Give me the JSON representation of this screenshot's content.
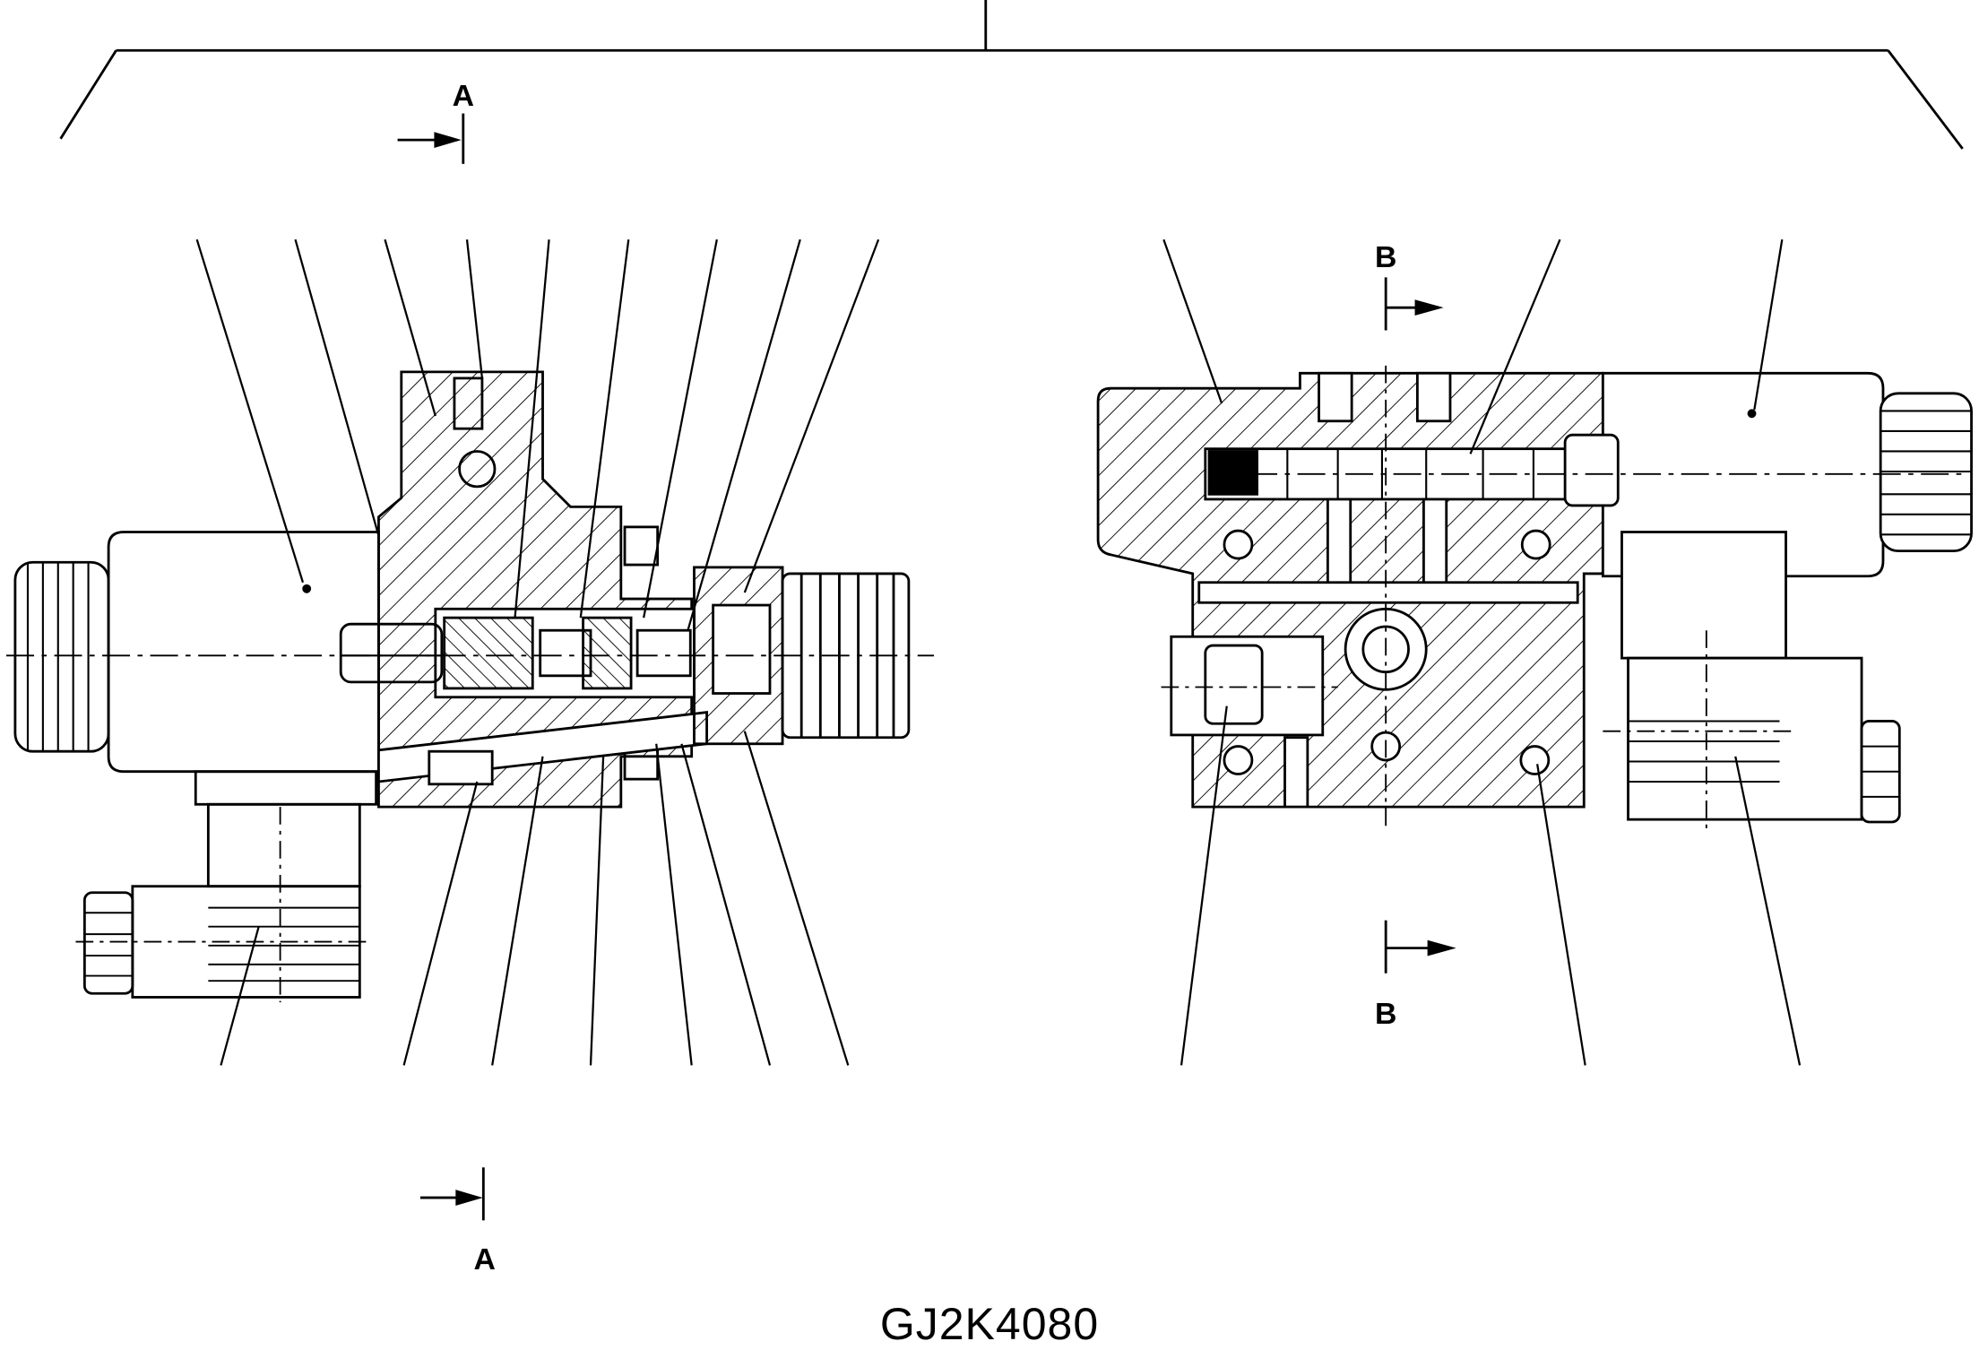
{
  "drawing": {
    "code": "GJ2K4080",
    "section_marks": {
      "a_top": "A",
      "a_bottom": "A",
      "b_top": "B",
      "b_bottom": "B"
    },
    "colors": {
      "ink": "#000000",
      "paper": "#ffffff"
    }
  }
}
